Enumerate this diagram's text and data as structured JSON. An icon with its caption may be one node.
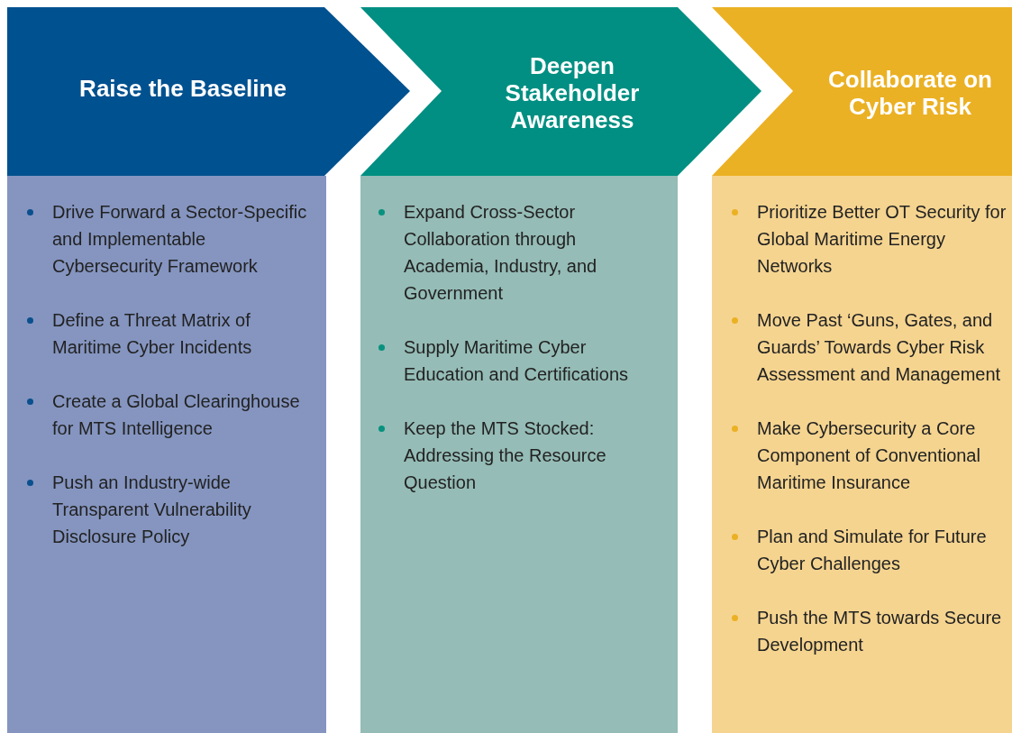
{
  "diagram": {
    "nodes": [
      {
        "text": [
          "Raise the Baseline"
        ]
      },
      {
        "text": [
          "Drive Forward a Sector-Specific and Implementable Cybersecurity Framework",
          "Define a Threat Matrix of Maritime Cyber Incidents",
          "Create a Global Clearinghouse for MTS Intelligence",
          "Push an Industry-wide Transparent Vulnerability Disclosure Policy"
        ]
      },
      {
        "text": [
          "Deepen Stakeholder Awareness"
        ]
      },
      {
        "text": [
          "Expand Cross-Sector Collaboration through Academia, Industry, and Government",
          "Supply Maritime Cyber Education and Certifications",
          "Keep the MTS Stocked: Addressing the Resource Question"
        ]
      },
      {
        "text": [
          "Collaborate on Cyber Risk"
        ]
      },
      {
        "text": [
          "Prioritize Better OT Security for Global Maritime Energy Networks",
          "Move Past ‘Guns, Gates, and Guards’ Towards Cyber Risk Assessment and Management",
          "Make Cybersecurity a Core Component of Conventional Maritime Insurance",
          "Plan and Simulate for Future Cyber Challenges",
          "Push the MTS towards Secure Development"
        ]
      }
    ]
  }
}
